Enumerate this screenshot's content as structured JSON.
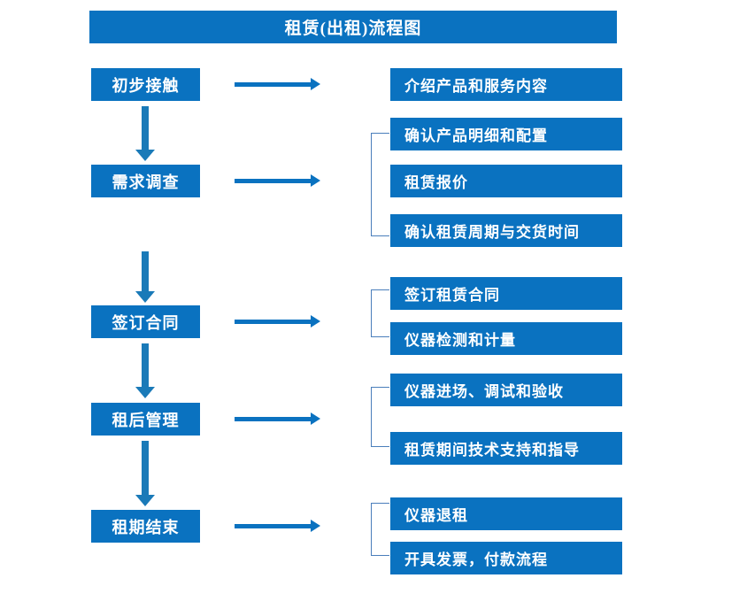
{
  "diagram": {
    "title": "租赁(出租)流程图",
    "accent_color": "#0a72c0",
    "bracket_color": "#4a7ebb",
    "arrow_color": "#0a72c0",
    "text_color": "#ffffff",
    "background_color": "#ffffff"
  },
  "stages": [
    {
      "label": "初步接触"
    },
    {
      "label": "需求调查"
    },
    {
      "label": "签订合同"
    },
    {
      "label": "租后管理"
    },
    {
      "label": "租期结束"
    }
  ],
  "details": [
    {
      "label": "介绍产品和服务内容"
    },
    {
      "label": "确认产品明细和配置"
    },
    {
      "label": "租赁报价"
    },
    {
      "label": "确认租赁周期与交货时间"
    },
    {
      "label": "签订租赁合同"
    },
    {
      "label": "仪器检测和计量"
    },
    {
      "label": "仪器进场、调试和验收"
    },
    {
      "label": "租赁期间技术支持和指导"
    },
    {
      "label": "仪器退租"
    },
    {
      "label": "开具发票，付款流程"
    }
  ]
}
